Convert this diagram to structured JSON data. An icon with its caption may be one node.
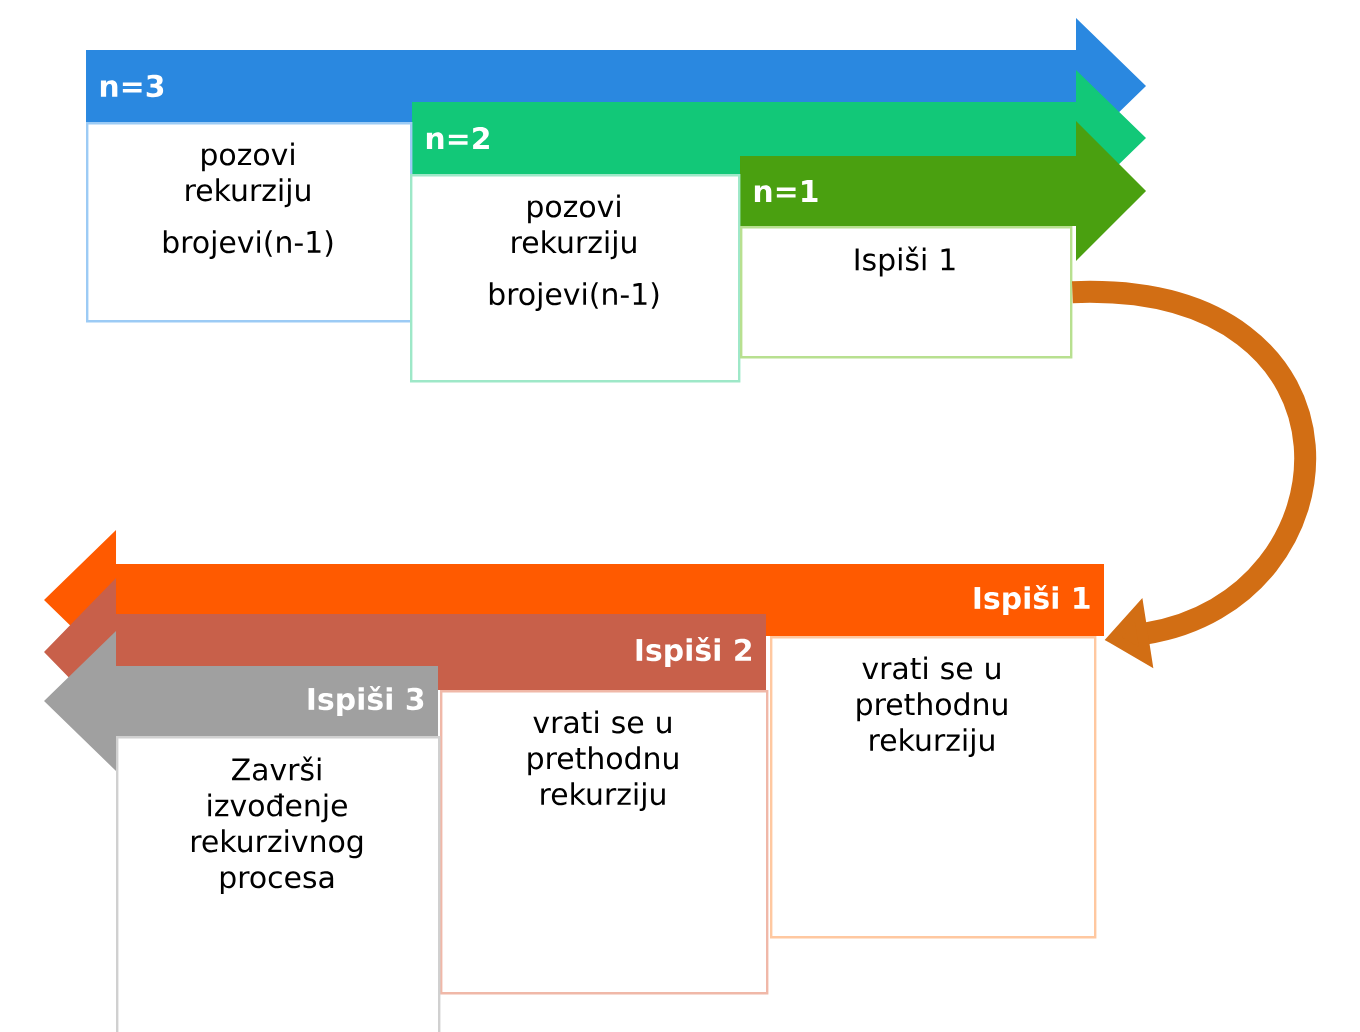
{
  "diagram": {
    "nodes": [
      {
        "text": [
          "n=3",
          "pozovi rekurziju",
          "brojevi(n-1)"
        ]
      },
      {
        "text": [
          "n=2",
          "pozovi rekurziju",
          "brojevi(n-1)"
        ]
      },
      {
        "text": [
          "n=1",
          "Ispiši 1"
        ]
      },
      {
        "text": [
          "Ispiši 1",
          "vrati se u prethodnu rekurziju"
        ]
      },
      {
        "text": [
          "Ispiši 2",
          "vrati se u prethodnu rekurziju"
        ]
      },
      {
        "text": [
          "Ispiši 3",
          "Završi izvođenje rekurzivnog procesa"
        ]
      }
    ],
    "edges": [
      {
        "from": 2,
        "to": 3,
        "arrow": "to"
      }
    ]
  }
}
